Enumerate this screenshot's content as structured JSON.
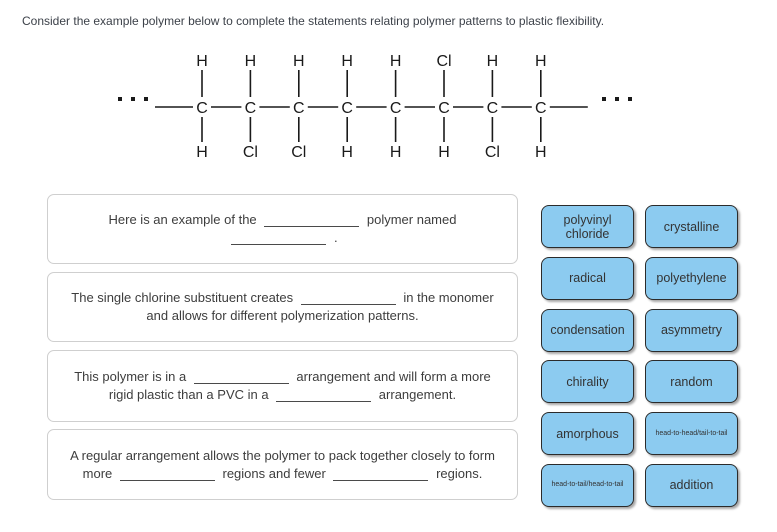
{
  "title": "Consider the example polymer below to complete the statements relating polymer patterns to plastic flexibility.",
  "polymer": {
    "chain_atom": "C",
    "left_ellipsis": "...",
    "right_ellipsis": "...",
    "carbons": [
      {
        "top": "H",
        "bottom": "H"
      },
      {
        "top": "H",
        "bottom": "Cl"
      },
      {
        "top": "H",
        "bottom": "Cl"
      },
      {
        "top": "H",
        "bottom": "H"
      },
      {
        "top": "H",
        "bottom": "H"
      },
      {
        "top": "Cl",
        "bottom": "H"
      },
      {
        "top": "H",
        "bottom": "Cl"
      },
      {
        "top": "H",
        "bottom": "H"
      }
    ]
  },
  "statements": [
    {
      "text": "Here is an example of the {blank} polymer named {blank} ."
    },
    {
      "text": "The single chlorine substituent creates {blank} in the monomer and allows for different polymerization patterns."
    },
    {
      "text": "This polymer is in a {blank} arrangement and will form a more rigid plastic than a PVC in a {blank} arrangement."
    },
    {
      "text": "A regular arrangement allows the polymer to pack together closely to form more {blank} regions and fewer {blank} regions."
    }
  ],
  "tiles": [
    {
      "label": "polyvinyl chloride"
    },
    {
      "label": "crystalline"
    },
    {
      "label": "radical"
    },
    {
      "label": "polyethylene"
    },
    {
      "label": "condensation"
    },
    {
      "label": "asymmetry"
    },
    {
      "label": "chirality"
    },
    {
      "label": "random"
    },
    {
      "label": "amorphous"
    },
    {
      "label": "head-to-head/tail-to-tail"
    },
    {
      "label": "head-to-tail/head-to-tail"
    },
    {
      "label": "addition"
    }
  ],
  "colors": {
    "tile_fill": "#8ccbf0",
    "tile_border": "#2b2b2b",
    "box_border": "#cfcfcf",
    "text": "#3d3d3d",
    "diagram_ink": "#1a1a1a"
  }
}
